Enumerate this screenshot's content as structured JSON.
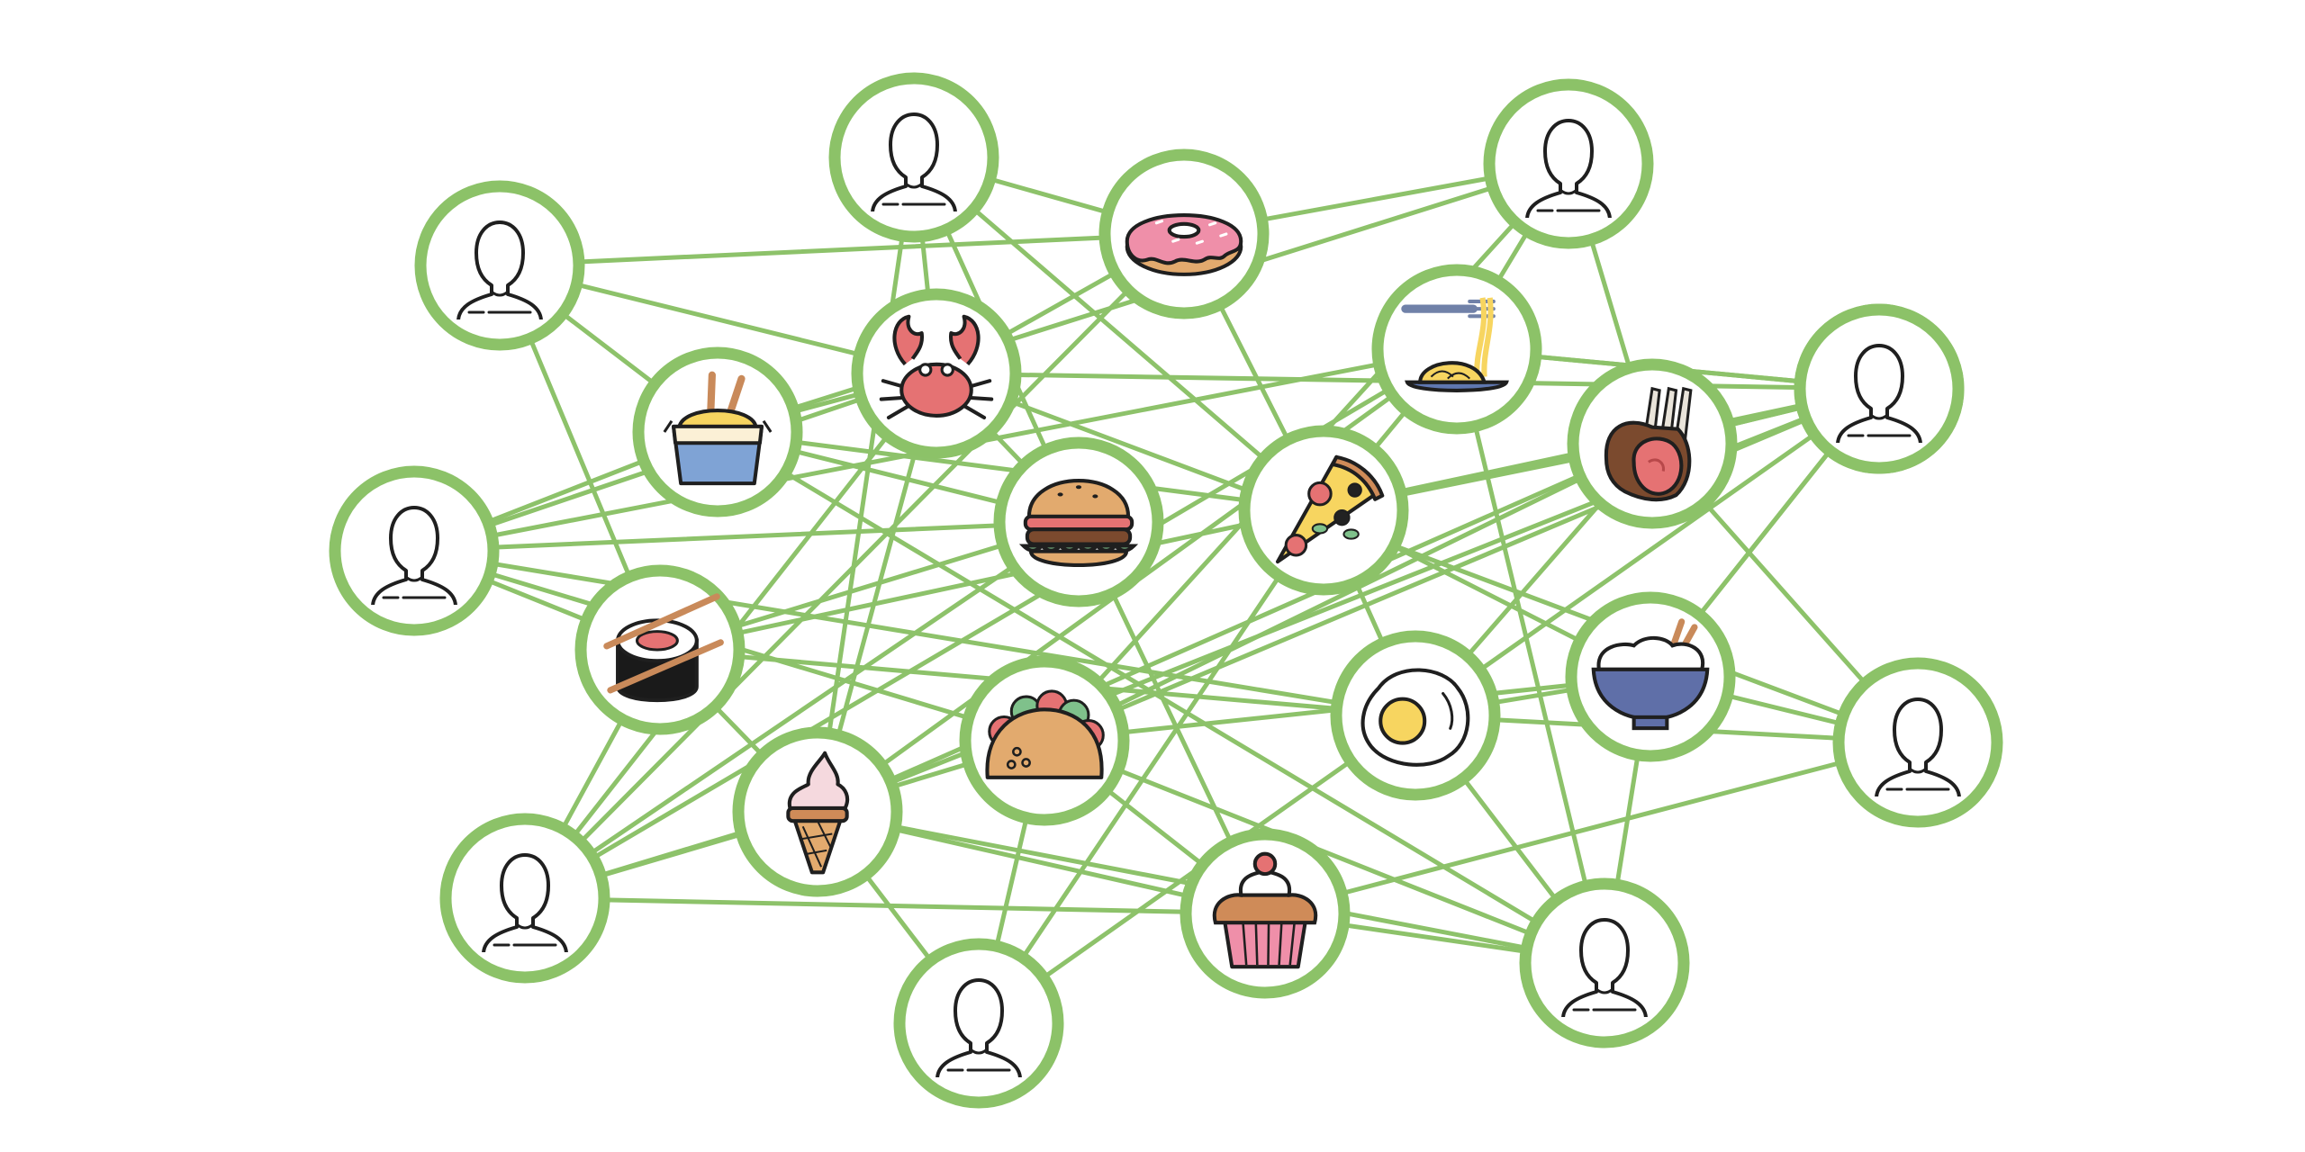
{
  "colors": {
    "edge": "#8dc26a",
    "ring": "#8cc268",
    "node_fill": "#ffffff",
    "outline": "#1f1f1f",
    "pink": "#ef8fa9",
    "coral": "#e57273",
    "dough": "#e2aa6e",
    "crust": "#cf8b58",
    "cream": "#fbf0d6",
    "yellow": "#f7d560",
    "blue": "#7fa3d5",
    "navy": "#5f6fa8",
    "green": "#7fc18b",
    "dark": "#222222",
    "chop": "#c98a5a",
    "brown": "#7b4a2e"
  },
  "nodes": [
    {
      "id": "person-1",
      "kind": "person",
      "icon": "person-icon"
    },
    {
      "id": "person-2",
      "kind": "person",
      "icon": "person-icon"
    },
    {
      "id": "person-3",
      "kind": "person",
      "icon": "person-icon"
    },
    {
      "id": "person-4",
      "kind": "person",
      "icon": "person-icon"
    },
    {
      "id": "person-5",
      "kind": "person",
      "icon": "person-icon"
    },
    {
      "id": "person-6",
      "kind": "person",
      "icon": "person-icon"
    },
    {
      "id": "person-7",
      "kind": "person",
      "icon": "person-icon"
    },
    {
      "id": "person-8",
      "kind": "person",
      "icon": "person-icon"
    },
    {
      "id": "person-9",
      "kind": "person",
      "icon": "person-icon"
    },
    {
      "id": "person-10",
      "kind": "person",
      "icon": "person-icon"
    },
    {
      "id": "donut",
      "kind": "food",
      "icon": "donut-icon"
    },
    {
      "id": "crab",
      "kind": "food",
      "icon": "crab-icon"
    },
    {
      "id": "noodle-box",
      "kind": "food",
      "icon": "noodle-box-icon"
    },
    {
      "id": "burger",
      "kind": "food",
      "icon": "burger-icon"
    },
    {
      "id": "spaghetti",
      "kind": "food",
      "icon": "spaghetti-fork-icon"
    },
    {
      "id": "pizza",
      "kind": "food",
      "icon": "pizza-slice-icon"
    },
    {
      "id": "lamb-rack",
      "kind": "food",
      "icon": "lamb-rack-icon"
    },
    {
      "id": "sushi",
      "kind": "food",
      "icon": "sushi-roll-icon"
    },
    {
      "id": "rice-bowl",
      "kind": "food",
      "icon": "rice-bowl-icon"
    },
    {
      "id": "egg",
      "kind": "food",
      "icon": "fried-egg-icon"
    },
    {
      "id": "taco",
      "kind": "food",
      "icon": "taco-icon"
    },
    {
      "id": "ice-cream",
      "kind": "food",
      "icon": "ice-cream-cone-icon"
    },
    {
      "id": "cupcake",
      "kind": "food",
      "icon": "cupcake-icon"
    }
  ],
  "edges": [
    [
      "person-1",
      "donut"
    ],
    [
      "person-1",
      "noodle-box"
    ],
    [
      "person-1",
      "sushi"
    ],
    [
      "person-1",
      "crab"
    ],
    [
      "person-2",
      "donut"
    ],
    [
      "person-2",
      "crab"
    ],
    [
      "person-2",
      "burger"
    ],
    [
      "person-2",
      "ice-cream"
    ],
    [
      "person-2",
      "pizza"
    ],
    [
      "person-3",
      "donut"
    ],
    [
      "person-3",
      "spaghetti"
    ],
    [
      "person-3",
      "lamb-rack"
    ],
    [
      "person-3",
      "taco"
    ],
    [
      "person-3",
      "noodle-box"
    ],
    [
      "person-4",
      "noodle-box"
    ],
    [
      "person-4",
      "sushi"
    ],
    [
      "person-4",
      "burger"
    ],
    [
      "person-4",
      "taco"
    ],
    [
      "person-4",
      "spaghetti"
    ],
    [
      "person-4",
      "crab"
    ],
    [
      "person-4",
      "egg"
    ],
    [
      "person-5",
      "spaghetti"
    ],
    [
      "person-5",
      "lamb-rack"
    ],
    [
      "person-5",
      "crab"
    ],
    [
      "person-5",
      "rice-bowl"
    ],
    [
      "person-5",
      "ice-cream"
    ],
    [
      "person-5",
      "pizza"
    ],
    [
      "person-5",
      "sushi"
    ],
    [
      "person-6",
      "sushi"
    ],
    [
      "person-6",
      "taco"
    ],
    [
      "person-6",
      "ice-cream"
    ],
    [
      "person-6",
      "crab"
    ],
    [
      "person-6",
      "burger"
    ],
    [
      "person-6",
      "donut"
    ],
    [
      "person-6",
      "cupcake"
    ],
    [
      "person-6",
      "spaghetti"
    ],
    [
      "person-7",
      "ice-cream"
    ],
    [
      "person-7",
      "taco"
    ],
    [
      "person-7",
      "egg"
    ],
    [
      "person-7",
      "pizza"
    ],
    [
      "person-8",
      "egg"
    ],
    [
      "person-8",
      "cupcake"
    ],
    [
      "person-8",
      "rice-bowl"
    ],
    [
      "person-8",
      "spaghetti"
    ],
    [
      "person-8",
      "ice-cream"
    ],
    [
      "person-8",
      "noodle-box"
    ],
    [
      "person-8",
      "taco"
    ],
    [
      "person-9",
      "egg"
    ],
    [
      "person-9",
      "cupcake"
    ],
    [
      "person-9",
      "rice-bowl"
    ],
    [
      "person-9",
      "lamb-rack"
    ],
    [
      "person-9",
      "crab"
    ],
    [
      "person-10",
      "spaghetti"
    ],
    [
      "person-10",
      "lamb-rack"
    ],
    [
      "person-10",
      "egg"
    ],
    [
      "person-10",
      "taco"
    ],
    [
      "person-10",
      "rice-bowl"
    ],
    [
      "burger",
      "noodle-box"
    ],
    [
      "burger",
      "crab"
    ],
    [
      "burger",
      "sushi"
    ],
    [
      "burger",
      "cupcake"
    ],
    [
      "pizza",
      "donut"
    ],
    [
      "pizza",
      "egg"
    ],
    [
      "pizza",
      "rice-bowl"
    ],
    [
      "pizza",
      "noodle-box"
    ],
    [
      "pizza",
      "lamb-rack"
    ],
    [
      "taco",
      "rice-bowl"
    ],
    [
      "taco",
      "lamb-rack"
    ],
    [
      "taco",
      "cupcake"
    ],
    [
      "ice-cream",
      "crab"
    ],
    [
      "ice-cream",
      "lamb-rack"
    ],
    [
      "ice-cream",
      "cupcake"
    ],
    [
      "ice-cream",
      "spaghetti"
    ],
    [
      "egg",
      "rice-bowl"
    ],
    [
      "egg",
      "lamb-rack"
    ],
    [
      "egg",
      "sushi"
    ],
    [
      "sushi",
      "ice-cream"
    ],
    [
      "noodle-box",
      "crab"
    ],
    [
      "crab",
      "donut"
    ],
    [
      "spaghetti",
      "pizza"
    ]
  ]
}
